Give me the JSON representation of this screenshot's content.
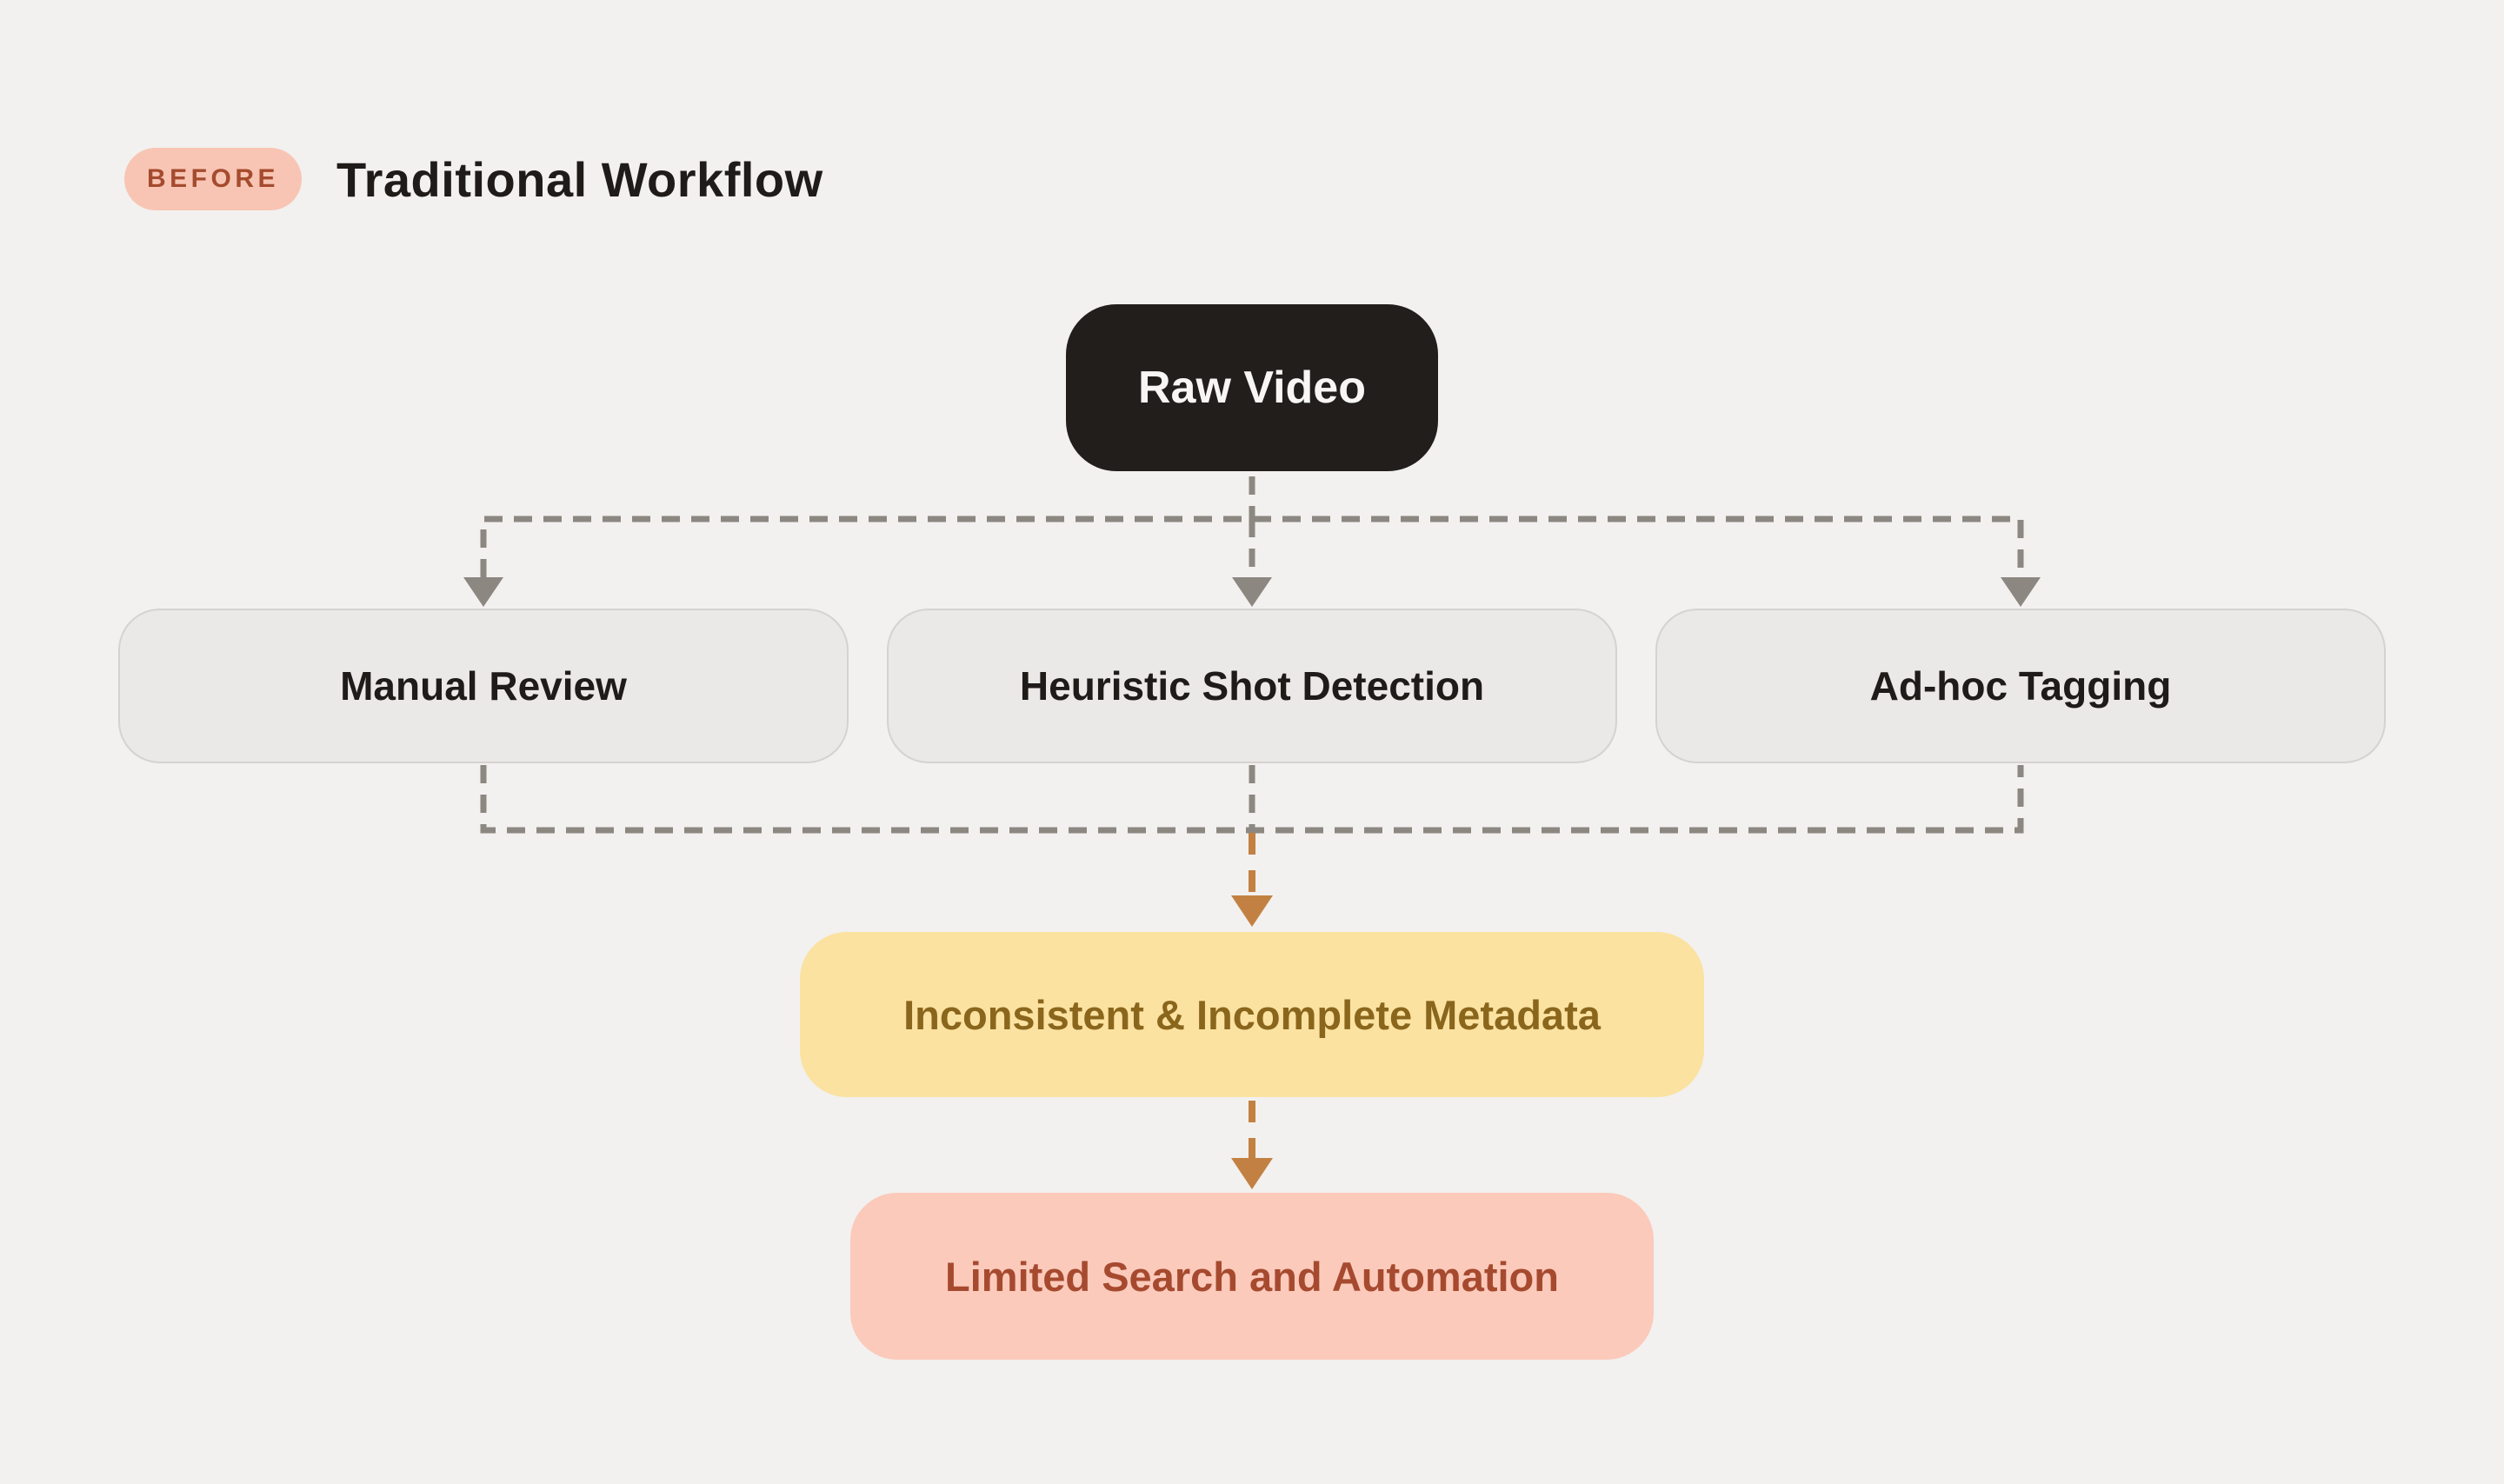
{
  "header": {
    "badge": "BEFORE",
    "title": "Traditional Workflow"
  },
  "diagram": {
    "source": {
      "label": "Raw Video"
    },
    "steps": [
      {
        "label": "Manual Review"
      },
      {
        "label": "Heuristic Shot Detection"
      },
      {
        "label": "Ad-hoc Tagging"
      }
    ],
    "outcome": {
      "label": "Inconsistent & Incomplete Metadata"
    },
    "result": {
      "label": "Limited Search and Automation"
    }
  },
  "colors": {
    "background": "#f2f1ef",
    "badge_bg": "#f8c5b4",
    "badge_text": "#a54b2e",
    "title_text": "#1e1b18",
    "source_bg": "#211e1b",
    "source_text": "#f7f6f4",
    "step_bg": "#eae9e7",
    "step_border": "#d5d3d0",
    "step_text": "#1e1b18",
    "outcome_bg": "#fbe2a1",
    "outcome_text": "#8a661c",
    "result_bg": "#fbcabb",
    "result_text": "#a64a2f",
    "connector_gray": "#8c8781",
    "connector_orange": "#c28142"
  }
}
